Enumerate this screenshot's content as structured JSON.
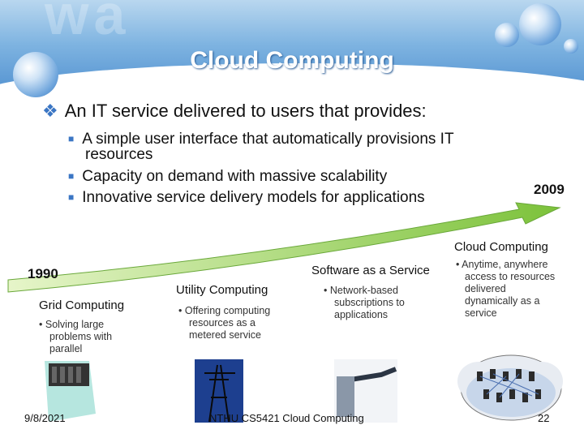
{
  "slide": {
    "title": "Cloud Computing",
    "main_bullet": "An IT service delivered to users that provides:",
    "sub_bullets": [
      "A simple user interface that automatically provisions IT",
      "resources",
      "Capacity on demand with massive scalability",
      "Innovative service delivery models for applications"
    ]
  },
  "timeline": {
    "start_year": "1990",
    "end_year": "2009",
    "stages": [
      {
        "label": "Grid Computing",
        "desc": [
          "Solving large",
          "problems with",
          "parallel"
        ]
      },
      {
        "label": "Utility Computing",
        "desc": [
          "Offering computing",
          "resources as a",
          "metered service"
        ]
      },
      {
        "label": "Software as a Service",
        "desc": [
          "Network-based",
          "subscriptions to",
          "applications"
        ]
      },
      {
        "label": "Cloud Computing",
        "desc": [
          "Anytime, anywhere",
          "access to resources",
          "delivered",
          "dynamically as a",
          "service"
        ]
      }
    ]
  },
  "footer": {
    "date": "9/8/2021",
    "course": "NTHU CS5421 Cloud Computing",
    "page": "22"
  },
  "icons": [
    "diamond-bullet-icon",
    "square-bullet-icon",
    "data-center-image",
    "power-tower-image",
    "handshake-image",
    "cloud-network-image"
  ],
  "colors": {
    "banner": "#4f8fcf",
    "bullet": "#3b76c4",
    "arrow": "#9ad24a",
    "title_text": "#ffffff"
  }
}
